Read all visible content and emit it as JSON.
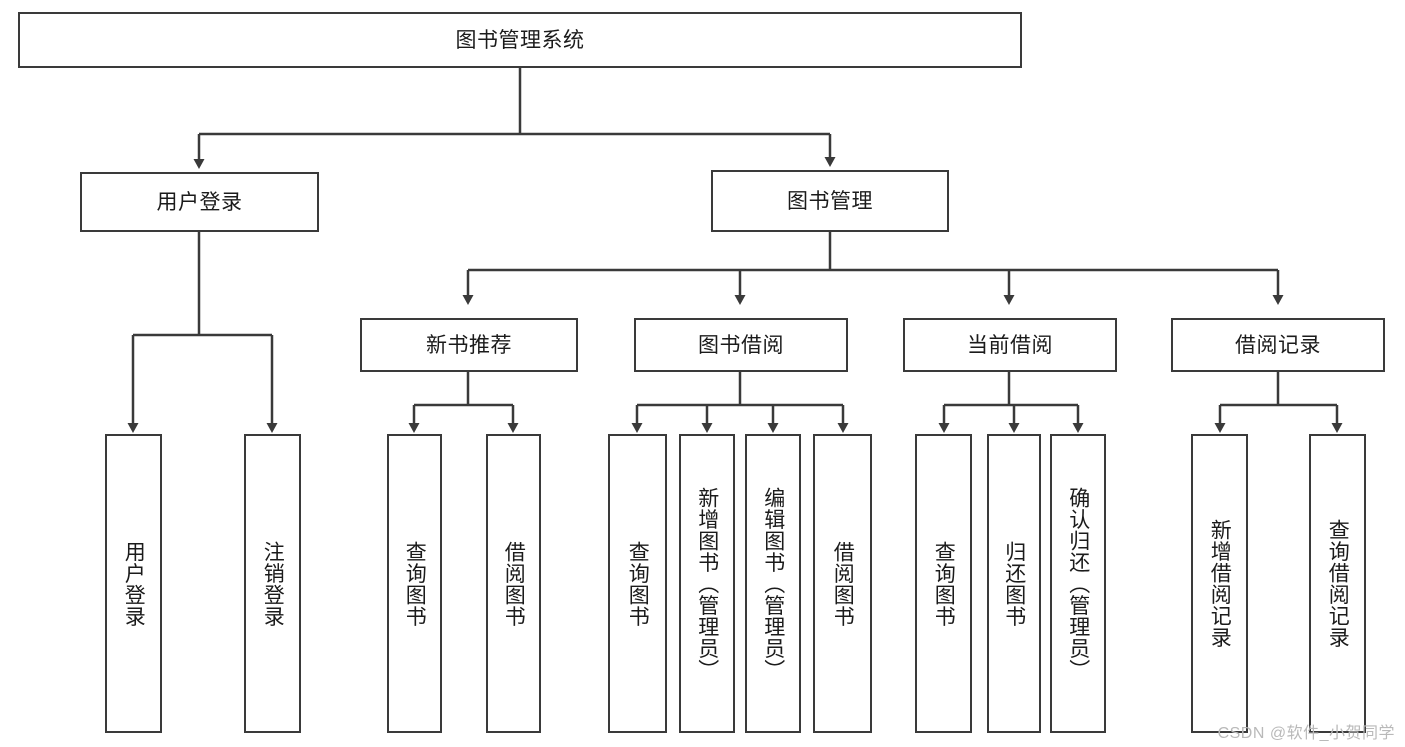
{
  "diagram": {
    "title": "图书管理系统",
    "type": "tree-hierarchy",
    "root": {
      "label": "图书管理系统"
    },
    "level2": [
      {
        "label": "用户登录"
      },
      {
        "label": "图书管理"
      }
    ],
    "level3": [
      {
        "label": "新书推荐"
      },
      {
        "label": "图书借阅"
      },
      {
        "label": "当前借阅"
      },
      {
        "label": "借阅记录"
      }
    ],
    "leaves": {
      "user_login": [
        {
          "label": "用户登录"
        },
        {
          "label": "注销登录"
        }
      ],
      "new_book_recommend": [
        {
          "label": "查询图书"
        },
        {
          "label": "借阅图书"
        }
      ],
      "book_borrow": [
        {
          "label": "查询图书"
        },
        {
          "label": "新增图书（管理员）"
        },
        {
          "label": "编辑图书（管理员）"
        },
        {
          "label": "借阅图书"
        }
      ],
      "current_borrow": [
        {
          "label": "查询图书"
        },
        {
          "label": "归还图书"
        },
        {
          "label": "确认归还（管理员）"
        }
      ],
      "borrow_record": [
        {
          "label": "新增借阅记录"
        },
        {
          "label": "查询借阅记录"
        }
      ]
    }
  },
  "watermark": {
    "text": "CSDN @软件_小贺同学"
  },
  "colors": {
    "stroke": "#3a3a3a",
    "text": "#1b1b1b",
    "background": "#ffffff",
    "watermark": "#b9b9b9"
  }
}
